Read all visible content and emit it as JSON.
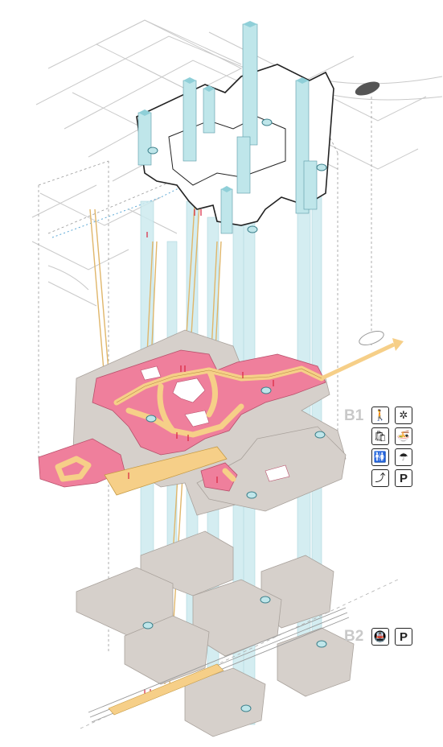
{
  "levels": [
    {
      "label": "B1"
    },
    {
      "label": "B2"
    }
  ],
  "legend_b1": [
    {
      "icon": "pedestrian-icon",
      "glyph": "🚶"
    },
    {
      "icon": "attraction-star-icon",
      "glyph": "✲"
    },
    {
      "icon": "shopping-icon",
      "glyph": "🛍"
    },
    {
      "icon": "dining-bowl-icon",
      "glyph": "🍜"
    },
    {
      "icon": "restroom-icon",
      "glyph": "🚻"
    },
    {
      "icon": "umbrella-icon",
      "glyph": "☂"
    },
    {
      "icon": "escalator-icon",
      "glyph": "⤴"
    },
    {
      "icon": "parking-icon",
      "glyph": "P"
    }
  ],
  "legend_b2": [
    {
      "icon": "metro-train-icon",
      "glyph": "🚇"
    },
    {
      "icon": "parking-icon",
      "glyph": "P"
    }
  ],
  "colors": {
    "tower": "#bfe6ea",
    "shaft": "#cdebef",
    "slab": "#d6d0cb",
    "commercial": "#ef7f9c",
    "corridor": "#f6cf88",
    "streets": "#c9c9c9"
  }
}
